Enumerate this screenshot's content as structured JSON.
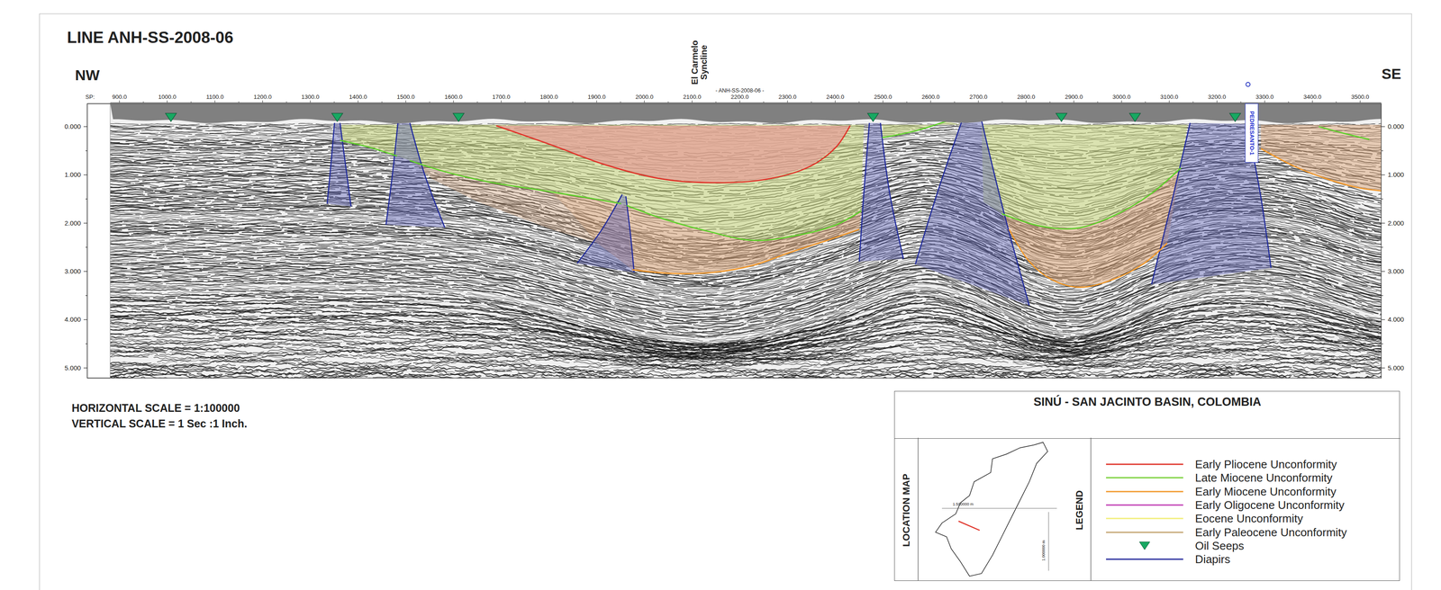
{
  "diagram": {
    "title": "LINE ANH-SS-2008-06",
    "nodes": [
      {
        "text": [
          "SINÚ - SAN JACINTO BASIN, COLOMBIA"
        ]
      },
      {
        "text": [
          "LOCATION MAP"
        ],
        "in": 0
      },
      {
        "text": [
          "LEGEND"
        ],
        "in": 0
      }
    ],
    "labels": [
      "NW",
      "SE",
      "SP:",
      "900.0",
      "1000.0",
      "1100.0",
      "1200.0",
      "1300.0",
      "1400.0",
      "1500.0",
      "1600.0",
      "1700.0",
      "1800.0",
      "1900.0",
      "2000.0",
      "2100.0",
      "2200.0",
      "2300.0",
      "2400.0",
      "2500.0",
      "2600.0",
      "2700.0",
      "2800.0",
      "2900.0",
      "3000.0",
      "3100.0",
      "3200.0",
      "3300.0",
      "3400.0",
      "3500.0",
      "El Carmelo Syncline",
      "- ANH-SS-2008-06 -",
      "0.000",
      "1.000",
      "2.000",
      "3.000",
      "4.000",
      "5.000",
      "0.000",
      "1.000",
      "2.000",
      "3.000",
      "4.000",
      "5.000",
      "PEDRESANTO-1",
      "HORIZONTAL SCALE = 1:100000",
      "VERTICAL SCALE = 1 Sec :1 Inch.",
      "1.500000 m",
      "1.000000 m"
    ],
    "legend": [
      {
        "text": "Early Pliocene Unconformity"
      },
      {
        "text": "Late Miocene Unconformity"
      },
      {
        "text": "Early Miocene Unconformity"
      },
      {
        "text": "Early Oligocene Unconformity"
      },
      {
        "text": "Eocene Unconformity"
      },
      {
        "text": "Early Paleocene Unconformity"
      },
      {
        "text": "Oil Seeps"
      },
      {
        "text": "Diapirs"
      }
    ]
  }
}
